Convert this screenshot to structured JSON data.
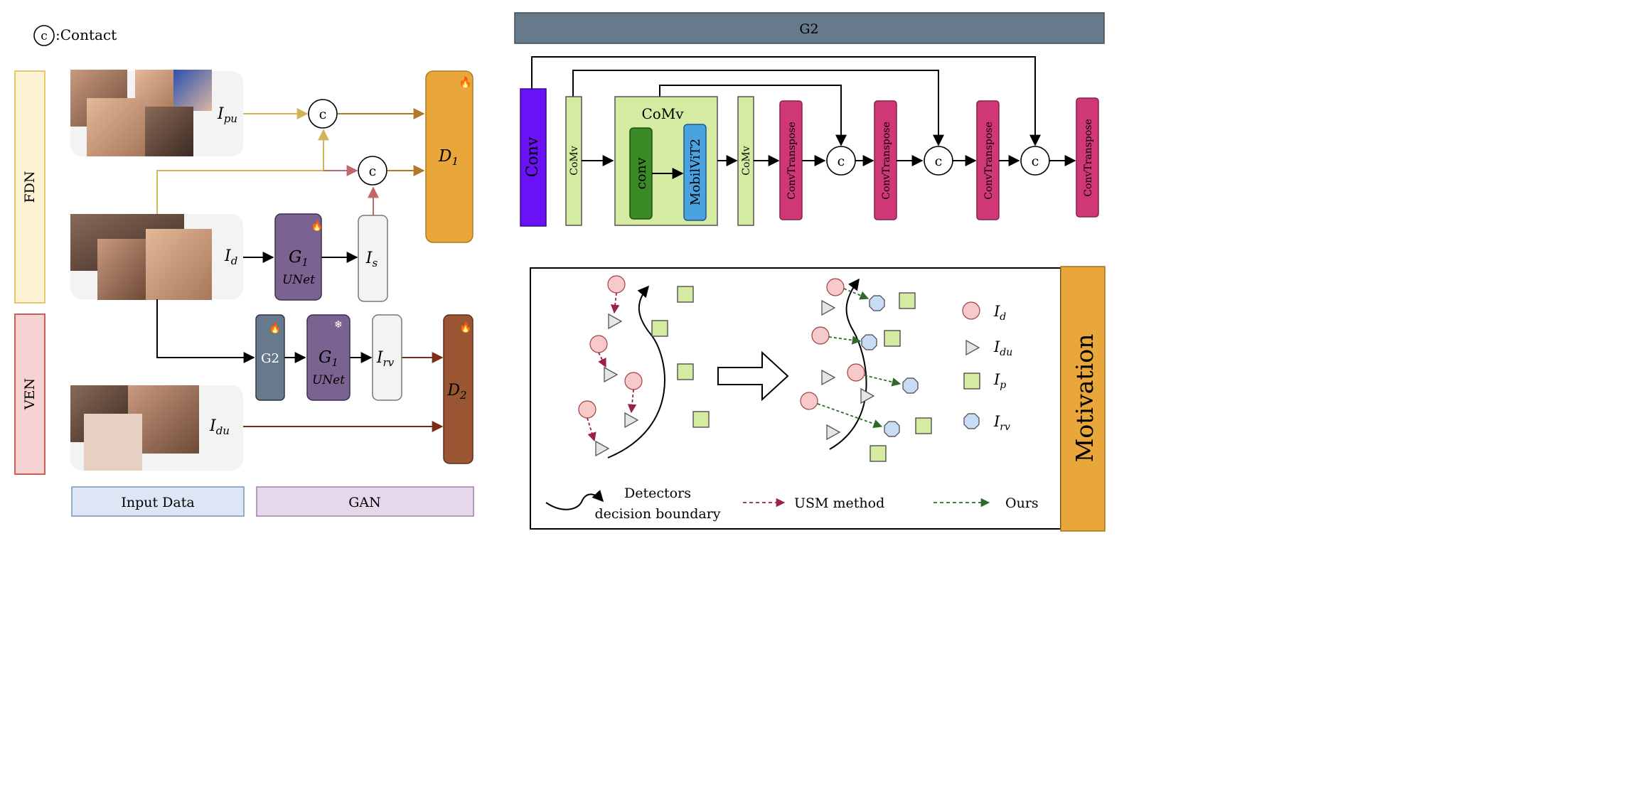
{
  "legend_contact": {
    "symbol": "c",
    "label": ":Contact"
  },
  "side_labels": {
    "fdn": "FDN",
    "ven": "VEN",
    "motivation": "Motivation"
  },
  "bottom_labels": {
    "input_data": "Input Data",
    "gan": "GAN"
  },
  "inputs": {
    "ipu": {
      "main": "I",
      "sub": "pu"
    },
    "id": {
      "main": "I",
      "sub": "d"
    },
    "idu": {
      "main": "I",
      "sub": "du"
    }
  },
  "blocks": {
    "g1_top": {
      "main": "G",
      "sub": "1",
      "caption": "UNet"
    },
    "is": {
      "main": "I",
      "sub": "s"
    },
    "g2_left": {
      "label": "G2"
    },
    "g1_bottom": {
      "main": "G",
      "sub": "1",
      "caption": "UNet"
    },
    "irv": {
      "main": "I",
      "sub": "rv"
    },
    "d1": {
      "main": "D",
      "sub": "1"
    },
    "d2": {
      "main": "D",
      "sub": "2"
    },
    "concat_symbol": "c"
  },
  "g2_detail": {
    "title": "G2",
    "conv": "Conv",
    "comv_small": "CoMv",
    "comv_block": "CoMv",
    "inner_conv": "conv",
    "inner_mobilevit": "MobilViT2",
    "convtranspose": "ConvTranspose",
    "concat_symbol": "c"
  },
  "motivation_legend": {
    "id": {
      "main": "I",
      "sub": "d"
    },
    "idu": {
      "main": "I",
      "sub": "du"
    },
    "ip": {
      "main": "I",
      "sub": "p"
    },
    "irv": {
      "main": "I",
      "sub": "rv"
    }
  },
  "motivation_footer": {
    "boundary_line1": "Detectors",
    "boundary_line2": "decision boundary",
    "usm": "USM method",
    "ours": "Ours"
  },
  "colors": {
    "fdn_fill": "#fdf2d4",
    "fdn_stroke": "#e8c86a",
    "ven_fill": "#f5d3d3",
    "ven_stroke": "#c9605a",
    "g1": "#7b6391",
    "g2": "#667a8c",
    "d1": "#e8a63b",
    "d2": "#9a5533",
    "conv_purple": "#6a11f5",
    "comv_green": "#d4eba1",
    "inner_conv": "#3a8a26",
    "mobilevit_blue": "#4aa3e0",
    "convtranspose_pink": "#d03777",
    "g2_bar": "#667a8c",
    "input_data": "#dce6f4",
    "gan": "#e6d8ea",
    "arrow_gold": "#d4b45a",
    "arrow_brown": "#b07a28",
    "arrow_red": "#c26868",
    "arrow_darkbrown": "#7a2e18",
    "pink_circle": "#f7c9c9",
    "green_square": "#d4eba1",
    "blue_octagon": "#c8dcf5",
    "usm_line": "#9a2050",
    "ours_line": "#2f6a2a"
  }
}
